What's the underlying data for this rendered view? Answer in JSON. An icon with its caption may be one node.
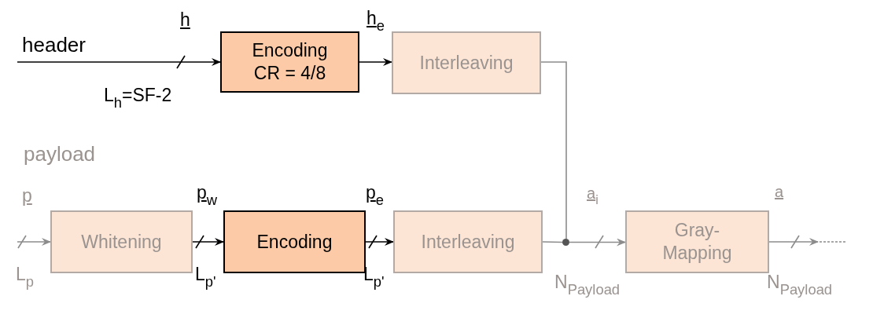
{
  "diagram": {
    "nodes": [
      {
        "text": [
          "Encoding CR = 4/8"
        ]
      },
      {
        "text": [
          "Interleaving"
        ]
      },
      {
        "text": [
          "Whitening"
        ]
      },
      {
        "text": [
          "Encoding"
        ]
      },
      {
        "text": [
          "Interleaving"
        ]
      },
      {
        "text": [
          "Gray-Mapping"
        ]
      },
      {
        "text": [],
        "shape": "circle"
      }
    ],
    "edges": [
      {
        "from": null,
        "to": 0,
        "arrow": "to",
        "color": "#000000"
      },
      {
        "from": 0,
        "to": 1,
        "arrow": "to",
        "color": "#000000"
      },
      {
        "from": 1,
        "to": 6,
        "arrow": "none"
      },
      {
        "from": null,
        "to": 2,
        "arrow": "to"
      },
      {
        "from": 2,
        "to": 3,
        "arrow": "to",
        "color": "#000000"
      },
      {
        "from": 3,
        "to": 4,
        "arrow": "to",
        "color": "#000000"
      },
      {
        "from": 4,
        "to": 6,
        "arrow": "none"
      },
      {
        "from": 6,
        "to": 5,
        "arrow": "to"
      },
      {
        "from": 5,
        "to": null,
        "arrow": "to"
      }
    ],
    "labels": [
      "header",
      "h",
      "L$_{h}$=SF-2",
      "h$_{e}$",
      "payload",
      "p",
      "L$_{p}$",
      "p$_{w}$",
      "L$_{p'}$",
      "p$_{e}$",
      "L$_{p'}$",
      "a$_{i}$",
      "N$_{Payload}$",
      "a",
      "N$_{Payload}$"
    ]
  }
}
